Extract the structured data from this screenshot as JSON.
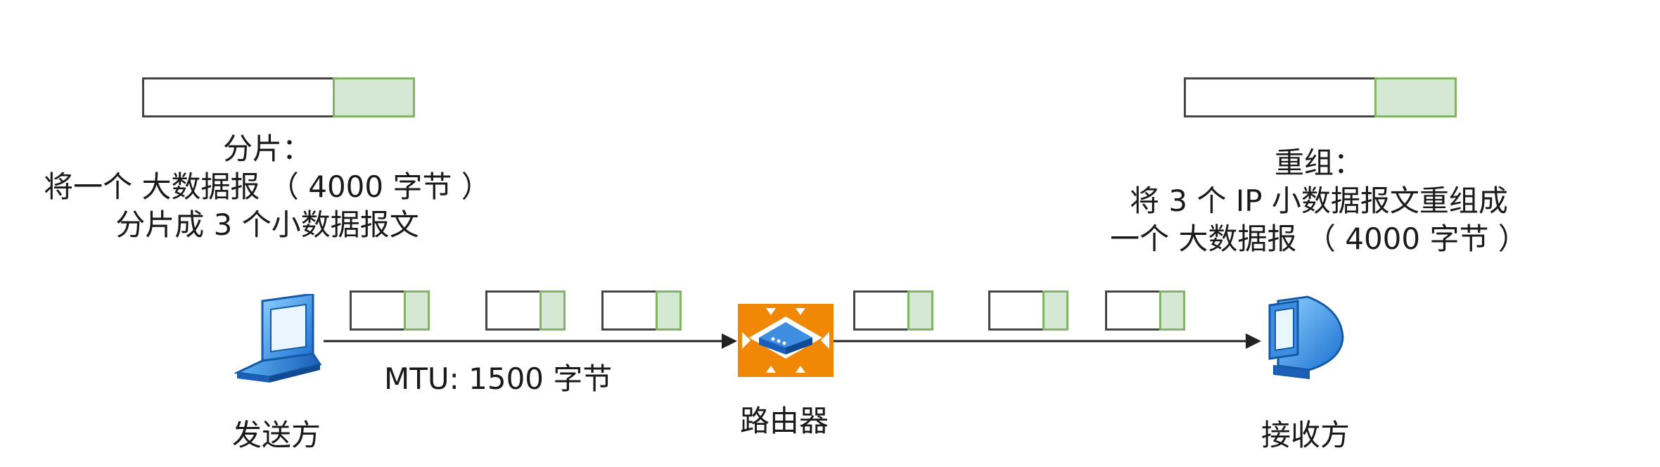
{
  "colors": {
    "header_fill": "#d5e8d4",
    "header_border": "#82b366",
    "payload_border": "#444444",
    "router_orange": "#f08705",
    "device_blue": "#2a7fd9",
    "arrow": "#222222"
  },
  "left_caption": {
    "title": "分片：",
    "line1": "将一个 大数据报 （ 4000 字节 ）",
    "line2": "分片成 3 个小数据报文"
  },
  "right_caption": {
    "title": "重组：",
    "line1": "将 3 个 IP 小数据报文重组成",
    "line2": "一个 大数据报 （ 4000 字节 ）"
  },
  "link_label": "MTU: 1500 字节",
  "nodes": {
    "sender": "发送方",
    "router": "路由器",
    "receiver": "接收方"
  },
  "icons": {
    "sender": "laptop-icon",
    "router": "router-icon",
    "receiver": "desktop-computer-icon"
  }
}
